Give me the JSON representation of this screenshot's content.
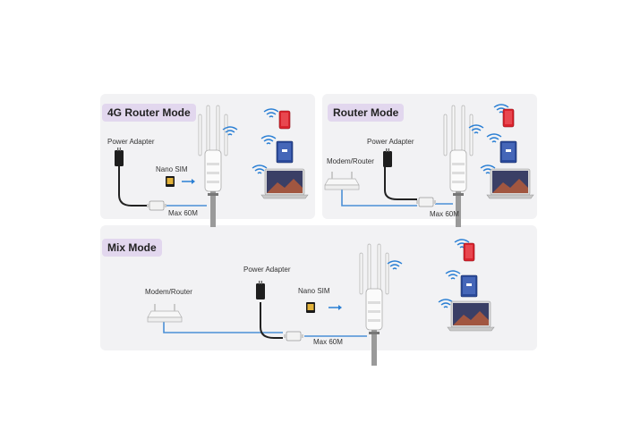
{
  "panels": {
    "router4g": {
      "title": "4G Router Mode",
      "power_adapter": "Power Adapter",
      "nano_sim": "Nano SIM",
      "max_distance": "Max 60M"
    },
    "router": {
      "title": "Router Mode",
      "power_adapter": "Power Adapter",
      "modem_router": "Modem/Router",
      "max_distance": "Max 60M"
    },
    "mix": {
      "title": "Mix Mode",
      "power_adapter": "Power Adapter",
      "modem_router": "Modem/Router",
      "nano_sim": "Nano SIM",
      "max_distance": "Max 60M"
    }
  },
  "colors": {
    "panel_bg": "#f2f2f4",
    "tag_bg": "#e2d7ee",
    "cable_blue": "#4a8fd6",
    "cable_black": "#222222",
    "arrow_blue": "#2a7fd4",
    "wifi_blue": "#2a7fd4",
    "phone_red": "#d9232d",
    "tablet_blue": "#2b4a9a"
  },
  "icons": [
    "outdoor-router-icon",
    "power-adapter-icon",
    "sim-card-icon",
    "modem-router-icon",
    "poe-injector-icon",
    "phone-icon",
    "tablet-icon",
    "laptop-icon",
    "wifi-signal-icon",
    "arrow-right-icon"
  ]
}
